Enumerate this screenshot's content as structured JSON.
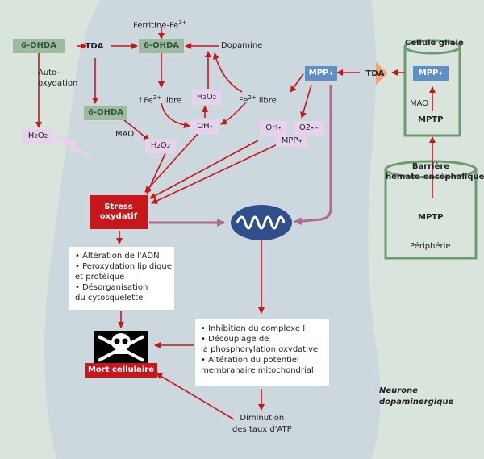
{
  "nodes": {
    "tda_left": "TDA",
    "tda_right": "TDA",
    "ohda_left": "6-OHDA",
    "ohda_center": "6-OHDA",
    "ohda_lower": "6-OHDA",
    "ferritine": "Ferritine-Fe",
    "ferritine_sup": "3+",
    "dopamine": "Dopamine",
    "auto_oxydation_1": "Auto-",
    "auto_oxydation_2": "oxydation",
    "h2o2_left": "H",
    "fe2_libre_left_pre": "↑Fe",
    "fe2_libre_left_post": " libre",
    "fe2_sup": "2+",
    "h2o2_center": "H",
    "oh_center": "OH",
    "fe2_libre_right_pre": "Fe",
    "fe2_libre_right_post": " libre",
    "mao_left": "MAO",
    "h2o2_mao": "H",
    "mpp_center": "MPP",
    "mpp_sup": "+",
    "oh_right": "OH",
    "o2_radical": "O2",
    "o2_sup": "•−",
    "mpp_small": "MPP",
    "oh_sup": "•",
    "sub2": "2",
    "stress_1": "Stress",
    "stress_2": "oxydatif",
    "cellule_gliale": "Cellule gliale",
    "mpp_glial": "MPP",
    "mao_glial": "MAO",
    "mptp_glial": "MPTP",
    "barriere_1": "Barrière",
    "barriere_2": "hémato-encéphalique",
    "mptp_periph": "MPTP",
    "peripherie": "Périphérie",
    "mort_cellulaire": "Mort cellulaire",
    "diminution_1": "Diminution",
    "diminution_2": "des taux d'ATP",
    "neurone_1": "Neurone",
    "neurone_2": "dopaminergique"
  },
  "alterations": [
    "• Altération de l'ADN",
    "• Peroxydation lipidique",
    "   et protéique",
    "• Désorganisation",
    "   du cytosquelette"
  ],
  "inhibitions": [
    "• Inhibition du complexe I",
    "• Découplage de",
    "   la phosphorylation oxydative",
    "• Altération du potentiel",
    "   membranaire mitochondrial"
  ],
  "colors": {
    "neuron": "#cdd7de",
    "arrow": "#c8161d",
    "mpp_arrow": "#b06a92",
    "green_border": "#6e9a72"
  }
}
